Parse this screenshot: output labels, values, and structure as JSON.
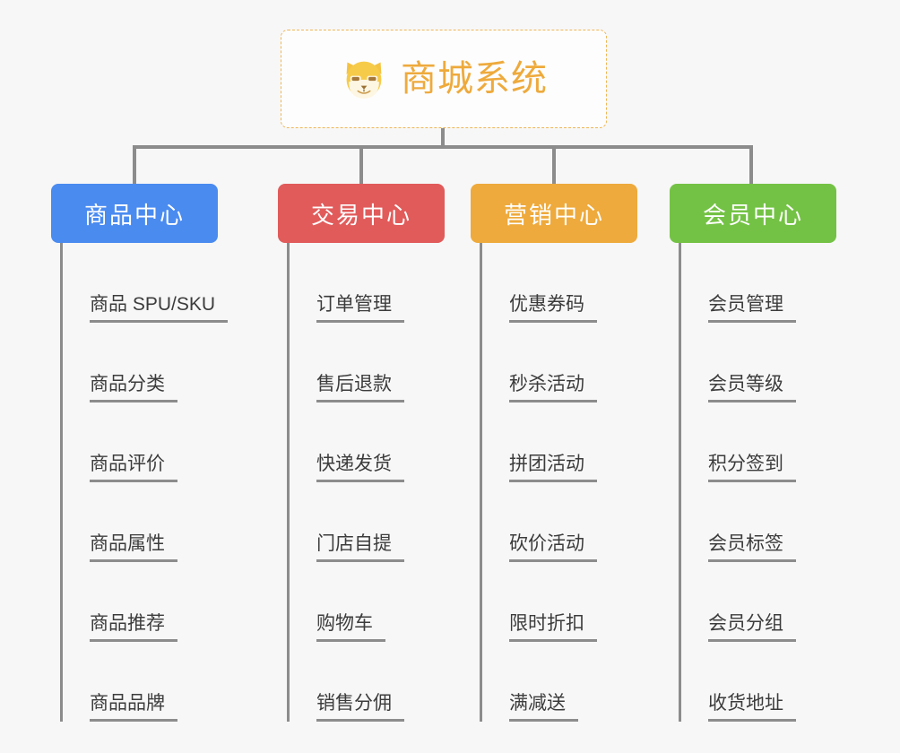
{
  "diagram": {
    "type": "org-tree",
    "background": "#f7f7f7",
    "line_color": "#8c8c8c",
    "root": {
      "icon": "shiba-dog-face-icon",
      "title": "商城系统",
      "title_color": "#eeaa3c",
      "border_color": "#eeb657",
      "card_background": "#fdfdfd"
    },
    "branches": [
      {
        "label": "商品中心",
        "color": "#4a8bf0",
        "items": [
          "商品 SPU/SKU",
          "商品分类",
          "商品评价",
          "商品属性",
          "商品推荐",
          "商品品牌"
        ]
      },
      {
        "label": "交易中心",
        "color": "#e15b5b",
        "items": [
          "订单管理",
          "售后退款",
          "快递发货",
          "门店自提",
          "购物车",
          "销售分佣"
        ]
      },
      {
        "label": "营销中心",
        "color": "#eeaa3c",
        "items": [
          "优惠券码",
          "秒杀活动",
          "拼团活动",
          "砍价活动",
          "限时折扣",
          "满减送"
        ]
      },
      {
        "label": "会员中心",
        "color": "#74c245",
        "items": [
          "会员管理",
          "会员等级",
          "积分签到",
          "会员标签",
          "会员分组",
          "收货地址"
        ]
      }
    ]
  }
}
